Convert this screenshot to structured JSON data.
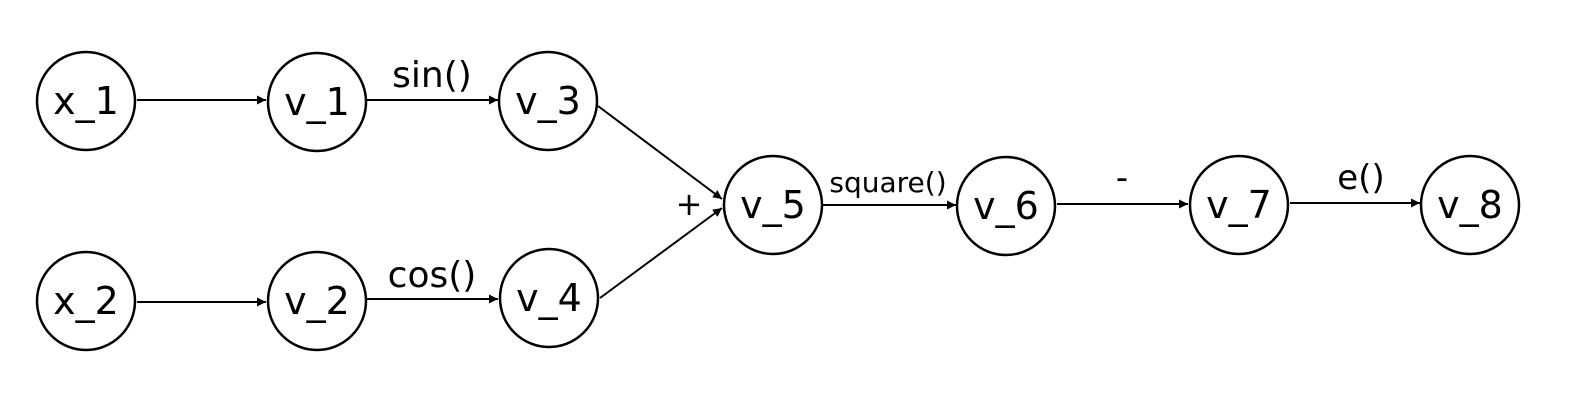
{
  "diagram": {
    "nodes": [
      {
        "id": "x_1",
        "label": "x_1"
      },
      {
        "id": "x_2",
        "label": "x_2"
      },
      {
        "id": "v_1",
        "label": "v_1"
      },
      {
        "id": "v_2",
        "label": "v_2"
      },
      {
        "id": "v_3",
        "label": "v_3"
      },
      {
        "id": "v_4",
        "label": "v_4"
      },
      {
        "id": "v_5",
        "label": "v_5"
      },
      {
        "id": "v_6",
        "label": "v_6"
      },
      {
        "id": "v_7",
        "label": "v_7"
      },
      {
        "id": "v_8",
        "label": "v_8"
      }
    ],
    "edges": [
      {
        "from": "x_1",
        "to": "v_1",
        "label": ""
      },
      {
        "from": "x_2",
        "to": "v_2",
        "label": ""
      },
      {
        "from": "v_1",
        "to": "v_3",
        "label": "sin()"
      },
      {
        "from": "v_2",
        "to": "v_4",
        "label": "cos()"
      },
      {
        "from": "v_3",
        "to": "v_5",
        "label": ""
      },
      {
        "from": "v_4",
        "to": "v_5",
        "label": ""
      },
      {
        "from": "v_5",
        "to": "v_6",
        "label": "square()"
      },
      {
        "from": "v_6",
        "to": "v_7",
        "label": "-"
      },
      {
        "from": "v_7",
        "to": "v_8",
        "label": "e()"
      }
    ],
    "join_label": "+",
    "colors": {
      "stroke": "#000000",
      "fill": "#ffffff",
      "text": "#000000"
    }
  }
}
